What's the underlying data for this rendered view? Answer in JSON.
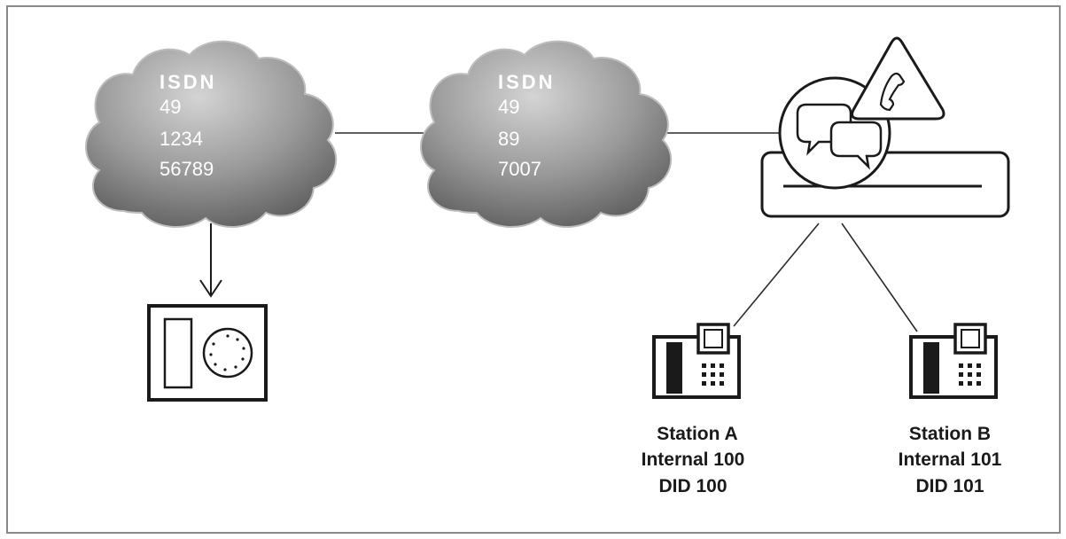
{
  "clouds": [
    {
      "title": "ISDN",
      "lines": [
        "49",
        "1234",
        "56789"
      ]
    },
    {
      "title": "ISDN",
      "lines": [
        "49",
        "89",
        "7007"
      ]
    }
  ],
  "stations": [
    {
      "lines": [
        "Station A",
        "Internal 100",
        "DID 100"
      ]
    },
    {
      "lines": [
        "Station B",
        "Internal 101",
        "DID 101"
      ]
    }
  ],
  "icons": {
    "pbx": "communication-server-icon",
    "alert": "phone-warning-icon",
    "analog_phone": "analog-phone-icon",
    "desk_phone": "desk-phone-icon"
  },
  "colors": {
    "cloud_light": "#e0e0e0",
    "cloud_dark": "#6e6e6e",
    "line": "#2b2b2b"
  }
}
